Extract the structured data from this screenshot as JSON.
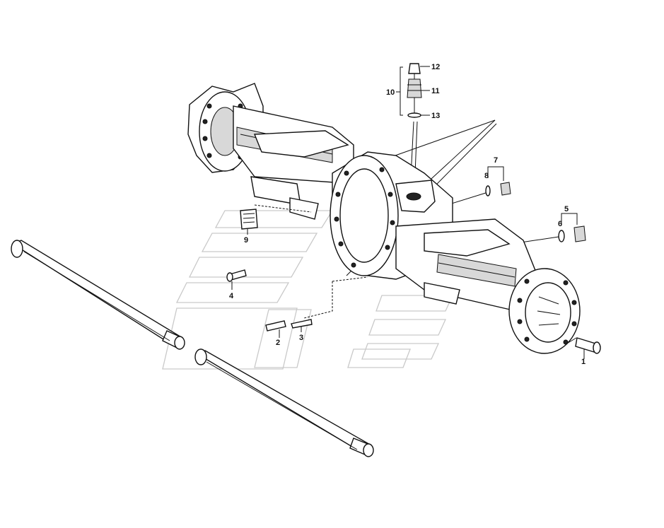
{
  "callouts": [
    {
      "id": "1",
      "text": "1"
    },
    {
      "id": "2",
      "text": "2"
    },
    {
      "id": "3",
      "text": "3"
    },
    {
      "id": "4",
      "text": "4"
    },
    {
      "id": "5",
      "text": "5"
    },
    {
      "id": "6",
      "text": "6"
    },
    {
      "id": "7",
      "text": "7"
    },
    {
      "id": "8",
      "text": "8"
    },
    {
      "id": "9",
      "text": "9"
    },
    {
      "id": "10",
      "text": "10"
    },
    {
      "id": "11",
      "text": "11"
    },
    {
      "id": "12",
      "text": "12"
    },
    {
      "id": "13",
      "text": "13"
    }
  ],
  "colors": {
    "line": "#111111",
    "background": "#ffffff",
    "watermark": "#c9c9c9"
  }
}
